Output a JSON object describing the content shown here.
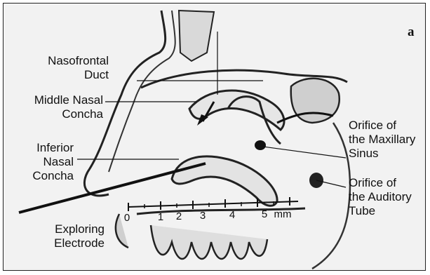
{
  "panel_label": "a",
  "labels": {
    "nasofrontal_duct": "Nasofrontal\nDuct",
    "middle_nasal_concha": "Middle Nasal\nConcha",
    "inferior_nasal_concha": "Inferior\nNasal\nConcha",
    "exploring_electrode": "Exploring\nElectrode",
    "orifice_maxillary_sinus": "Orifice of\nthe Maxillary\nSinus",
    "orifice_auditory_tube": "Orifice of\nthe Auditory\nTube"
  },
  "scale": {
    "ticks": [
      "0",
      "1",
      "2",
      "3",
      "4",
      "5"
    ],
    "unit": "mm"
  }
}
